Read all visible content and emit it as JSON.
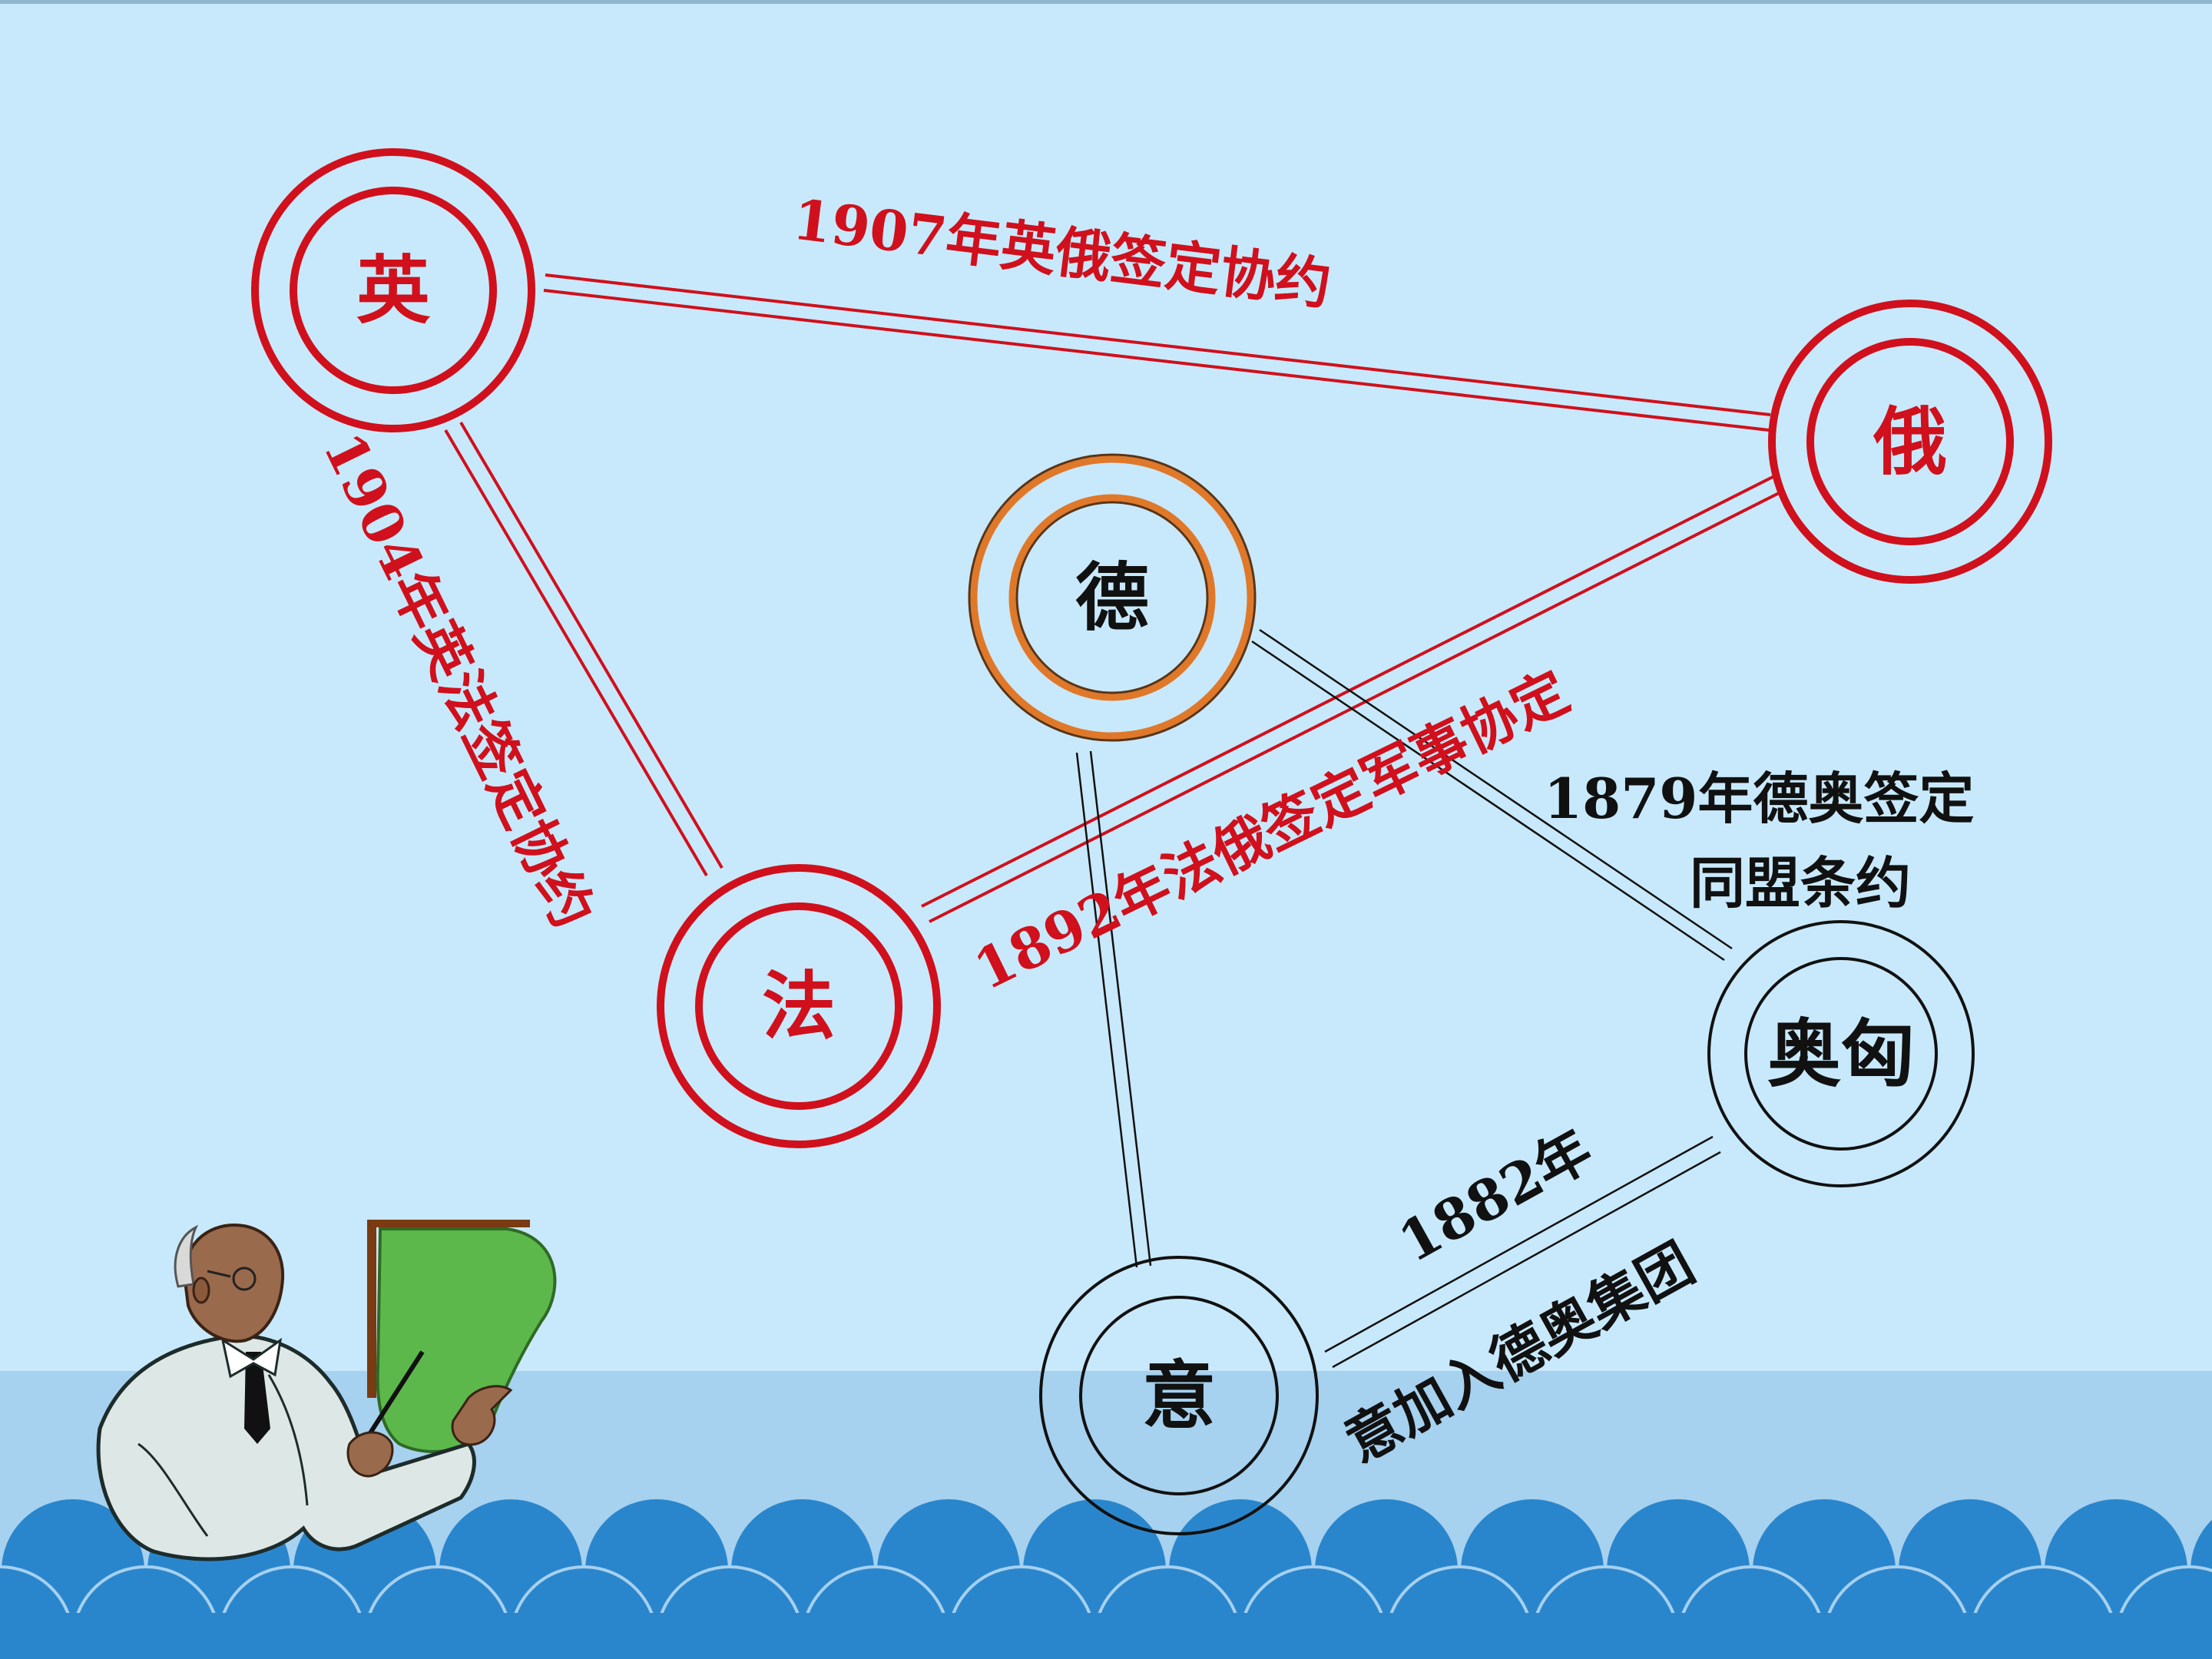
{
  "nodes": {
    "britain": "英",
    "russia": "俄",
    "germany": "德",
    "france": "法",
    "austria": "奥匈",
    "italy": "意"
  },
  "edges": {
    "britain_russia": "1907年英俄签定协约",
    "britain_france": "1904年英法签定协约",
    "france_russia": "1892年法俄签定军事协定",
    "germany_austria_line1": "1879年德奥签定",
    "germany_austria_line2": "同盟条约",
    "italy_austria_line1": "1882年",
    "italy_austria_line2": "意加入德奥集团"
  },
  "colors": {
    "entente": "#d0101c",
    "germany_ring": "#e0782a",
    "alliance": "#111111",
    "background": "#c8e9fb",
    "sea": "#2a86cc"
  },
  "icons": [
    "teacher-with-pointer-icon",
    "chalkboard-icon"
  ]
}
